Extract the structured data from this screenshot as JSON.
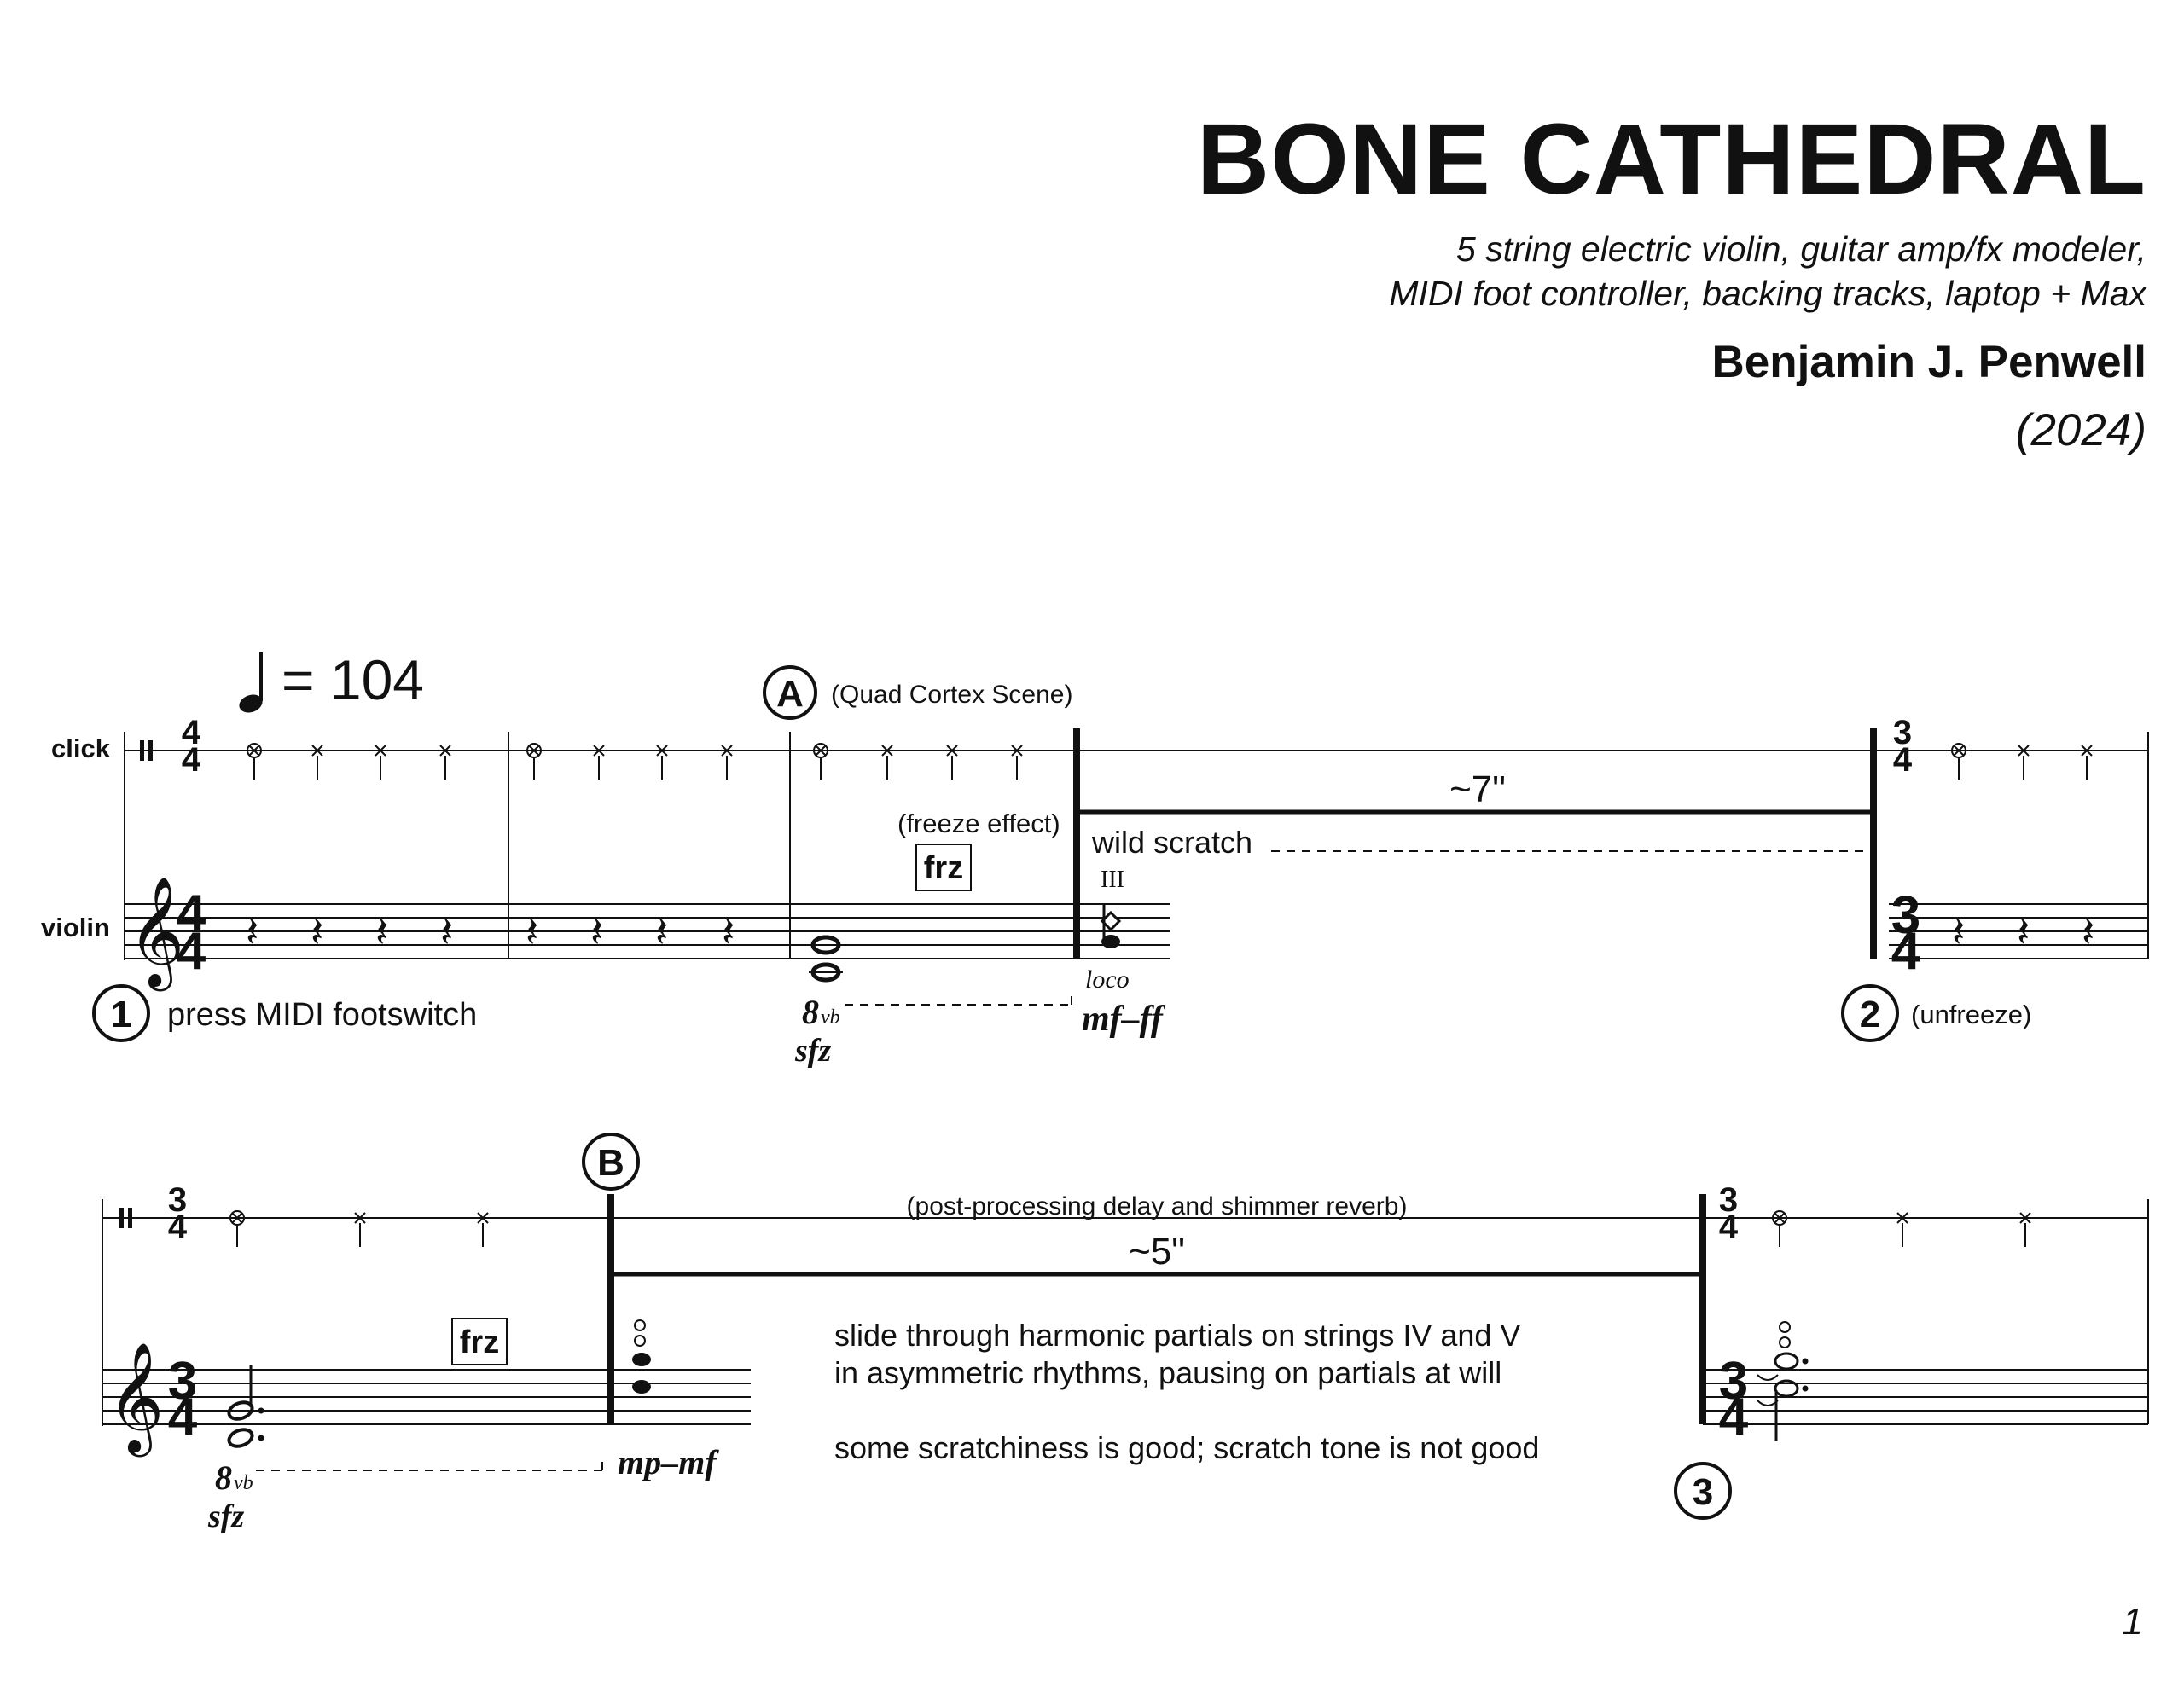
{
  "header": {
    "title": "BONE CATHEDRAL",
    "instrumentation_line1": "5 string electric violin, guitar amp/fx modeler,",
    "instrumentation_line2": "MIDI foot controller, backing tracks, laptop + Max",
    "composer": "Benjamin J. Penwell",
    "year": "(2024)"
  },
  "system1": {
    "tempo": "= 104",
    "staff_labels": {
      "click": "click",
      "violin": "violin"
    },
    "time_sig_top": "4",
    "time_sig_bottom": "4",
    "rehearsal_A": "A",
    "scene_note": "(Quad Cortex Scene)",
    "freeze_note": "(freeze effect)",
    "frz": "frz",
    "duration": "~7\"",
    "wild_scratch": "wild scratch",
    "string_number": "III",
    "loco": "loco",
    "octave_mark": "8",
    "octave_sub": "vb",
    "dyn_sfz": "sfz",
    "dyn_hairpin": "mf–ff",
    "cue1_num": "1",
    "cue1_text": "press MIDI footswitch",
    "cue2_num": "2",
    "cue2_text": "(unfreeze)",
    "end_time_sig_top": "3",
    "end_time_sig_bottom": "4"
  },
  "system2": {
    "time_sig_top": "3",
    "time_sig_bottom": "4",
    "rehearsal_B": "B",
    "post_processing": "(post-processing delay and shimmer reverb)",
    "duration": "~5\"",
    "frz": "frz",
    "octave_mark": "8",
    "octave_sub": "vb",
    "dyn_sfz": "sfz",
    "dyn_hairpin": "mp–mf",
    "instr_line1": "slide through harmonic partials on strings IV and V",
    "instr_line2": "in asymmetric rhythms, pausing on partials at will",
    "instr_line3": "some scratchiness is good; scratch tone is not good",
    "cue3_num": "3",
    "end_time_sig_top": "3",
    "end_time_sig_bottom": "4"
  },
  "page_number": "1"
}
